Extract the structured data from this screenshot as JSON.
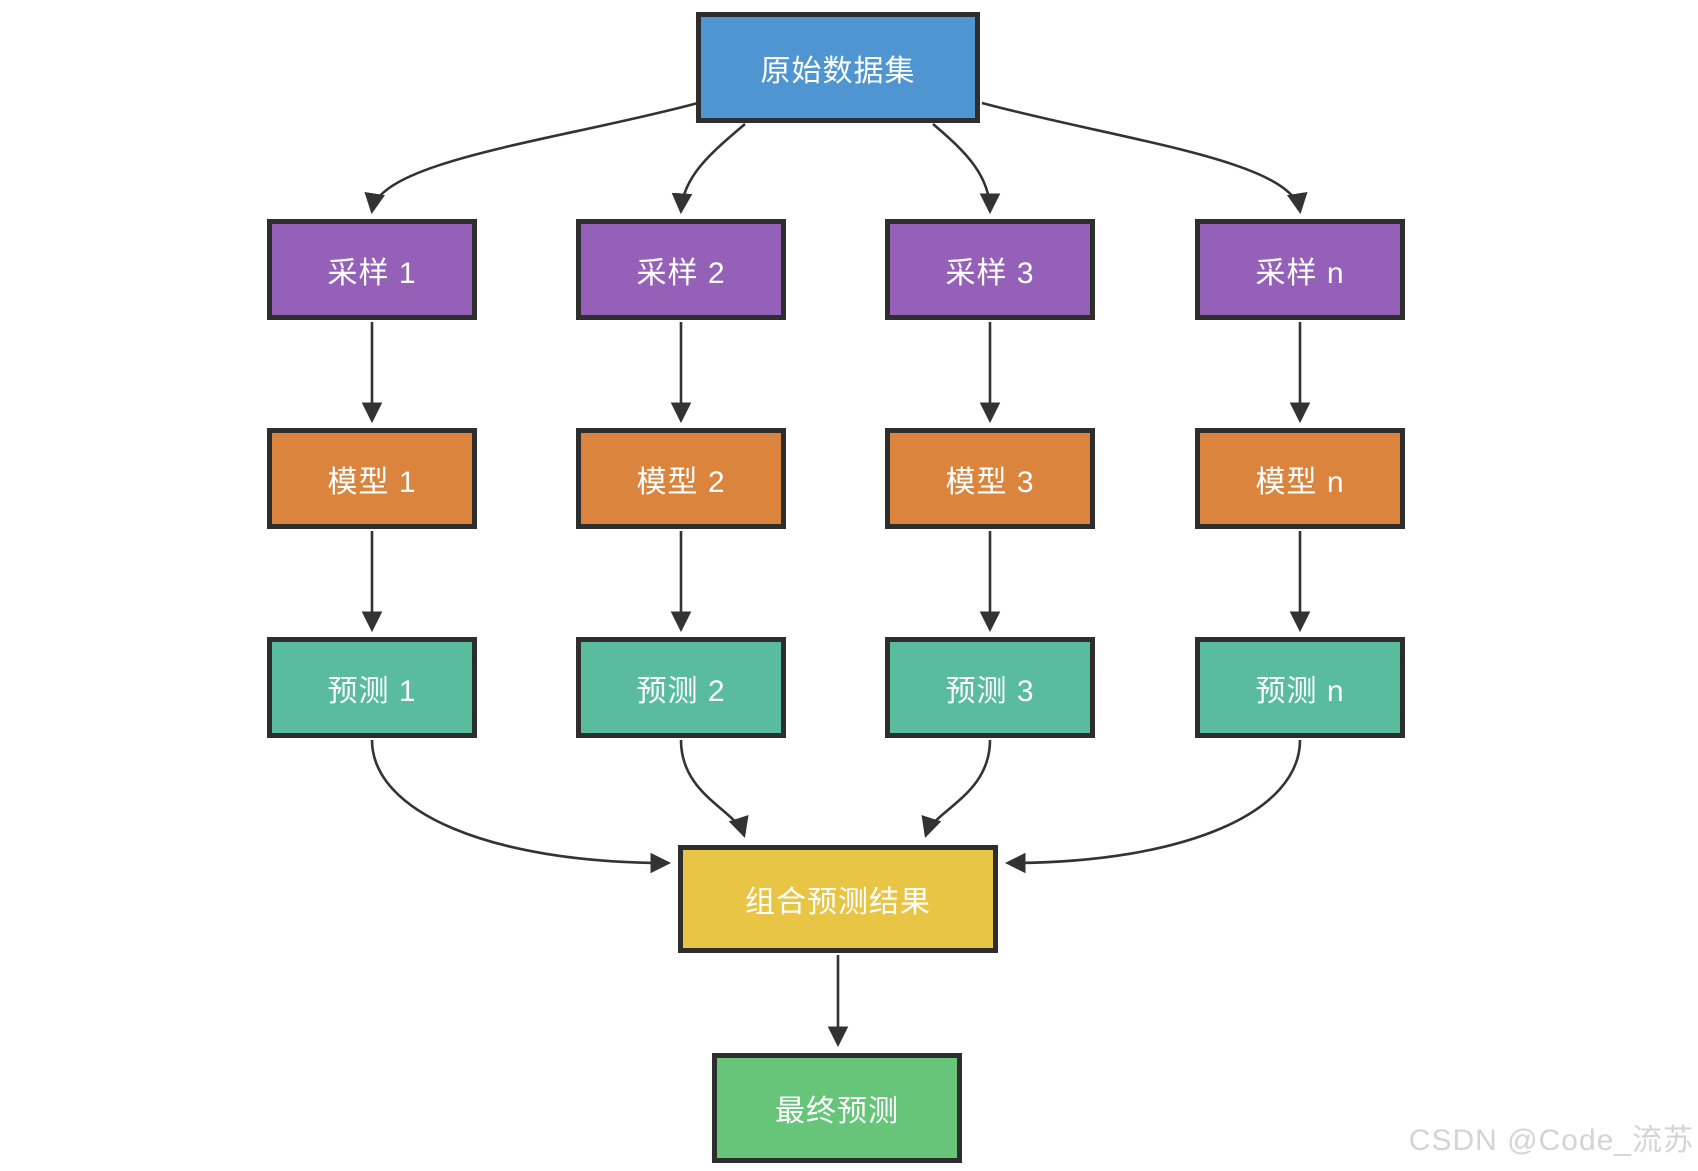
{
  "diagram": {
    "nodes": {
      "dataset": {
        "label": "原始数据集"
      },
      "samples": [
        {
          "label": "采样 1"
        },
        {
          "label": "采样 2"
        },
        {
          "label": "采样 3"
        },
        {
          "label": "采样 n"
        }
      ],
      "models": [
        {
          "label": "模型 1"
        },
        {
          "label": "模型 2"
        },
        {
          "label": "模型 3"
        },
        {
          "label": "模型 n"
        }
      ],
      "predictions": [
        {
          "label": "预测 1"
        },
        {
          "label": "预测 2"
        },
        {
          "label": "预测 3"
        },
        {
          "label": "预测 n"
        }
      ],
      "combine": {
        "label": "组合预测结果"
      },
      "final": {
        "label": "最终预测"
      }
    }
  },
  "colors": {
    "dataset": "#4e95d1",
    "sample": "#9561b8",
    "model": "#da843e",
    "prediction": "#58bc9d",
    "combine": "#e9c546",
    "final": "#66c578",
    "border": "#2e2e2e",
    "arrow": "#333333",
    "node-text": "#ffffff",
    "watermark": "#d4d4d4",
    "background": "#ffffff"
  },
  "watermark": {
    "text": "CSDN @Code_流苏"
  }
}
